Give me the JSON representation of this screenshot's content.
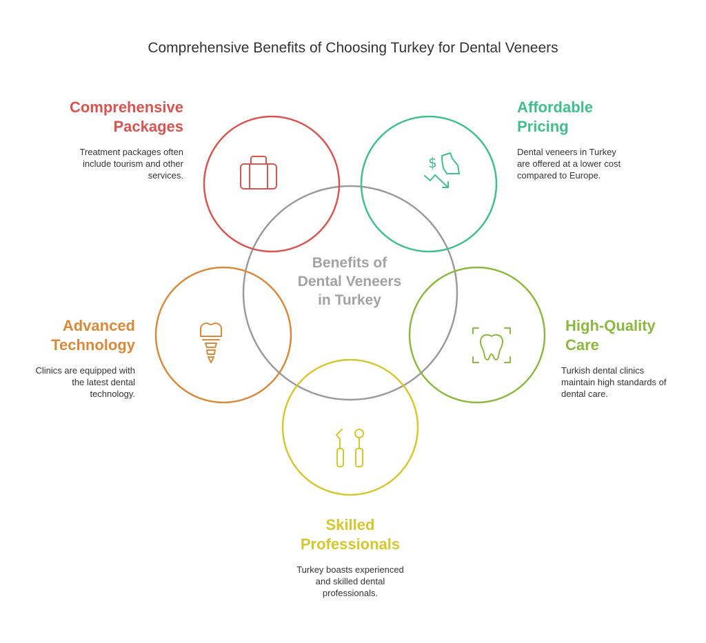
{
  "title": "Comprehensive Benefits of Choosing Turkey for Dental Veneers",
  "center": {
    "lines": [
      "Benefits of",
      "Dental Veneers",
      "in Turkey"
    ],
    "color": "#a3a3a3"
  },
  "benefits": [
    {
      "id": "comprehensive-packages",
      "heading_lines": [
        "Comprehensive",
        "Packages"
      ],
      "desc_lines": [
        "Treatment packages often",
        "include tourism and other",
        "services."
      ],
      "color": "#d9534f",
      "icon": "suitcase-icon"
    },
    {
      "id": "affordable-pricing",
      "heading_lines": [
        "Affordable",
        "Pricing"
      ],
      "desc_lines": [
        "Dental veneers in Turkey",
        "are offered at a lower cost",
        "compared to Europe."
      ],
      "color": "#3fbf8a",
      "icon": "price-drop-icon"
    },
    {
      "id": "high-quality-care",
      "heading_lines": [
        "High-Quality",
        "Care"
      ],
      "desc_lines": [
        "Turkish dental clinics",
        "maintain high standards of",
        "dental care."
      ],
      "color": "#8db840",
      "icon": "tooth-scan-icon"
    },
    {
      "id": "skilled-professionals",
      "heading_lines": [
        "Skilled",
        "Professionals"
      ],
      "desc_lines": [
        "Turkey boasts experienced",
        "and skilled dental",
        "professionals."
      ],
      "color": "#d6c72c",
      "icon": "dental-tools-icon"
    },
    {
      "id": "advanced-technology",
      "heading_lines": [
        "Advanced",
        "Technology"
      ],
      "desc_lines": [
        "Clinics are equipped with",
        "the latest dental",
        "technology."
      ],
      "color": "#d9893a",
      "icon": "dental-implant-icon"
    }
  ]
}
